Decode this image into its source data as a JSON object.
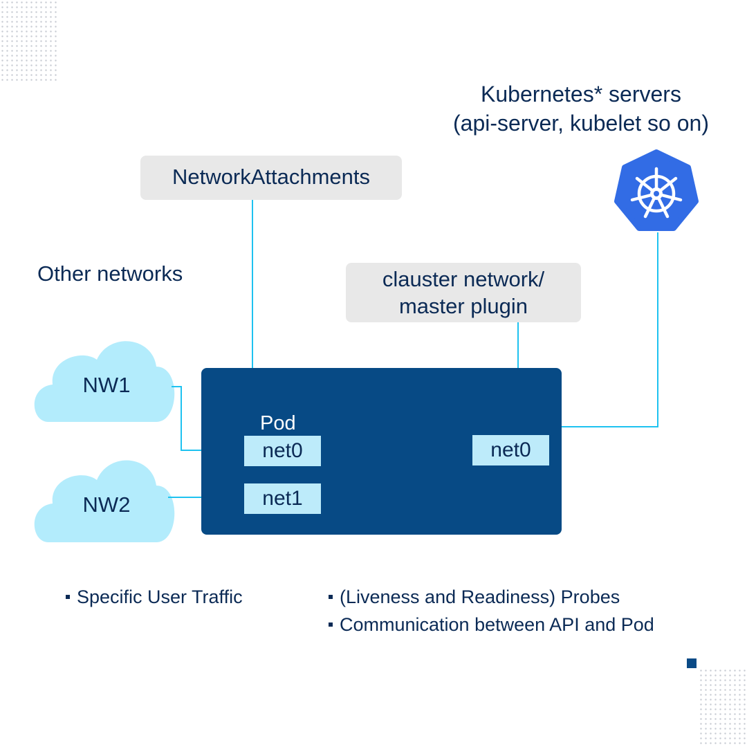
{
  "kubernetes": {
    "title_line1": "Kubernetes* servers",
    "title_line2": "(api-server, kubelet so on)",
    "logo_icon": "kubernetes-helm-wheel-icon",
    "logo_color": "#326ce5"
  },
  "labels": {
    "network_attachments": "NetworkAttachments",
    "cluster_network_line1": "clauster network/",
    "cluster_network_line2": "master plugin",
    "other_networks": "Other networks"
  },
  "pod": {
    "label": "Pod",
    "color": "#074a85",
    "interfaces": {
      "left_net0": "net0",
      "net1": "net1",
      "right_net0": "net0"
    }
  },
  "clouds": {
    "nw1": "NW1",
    "nw2": "NW2",
    "color": "#b3ecfc"
  },
  "bullets": {
    "left": [
      "Specific User Traffic"
    ],
    "right": [
      "(Liveness and Readiness) Probes",
      "Communication between API and Pod"
    ]
  },
  "colors": {
    "line": "#1ec2f0",
    "text": "#0b2a55",
    "label_bg": "#e8e8e8",
    "interface_bg": "#bdebfa"
  }
}
